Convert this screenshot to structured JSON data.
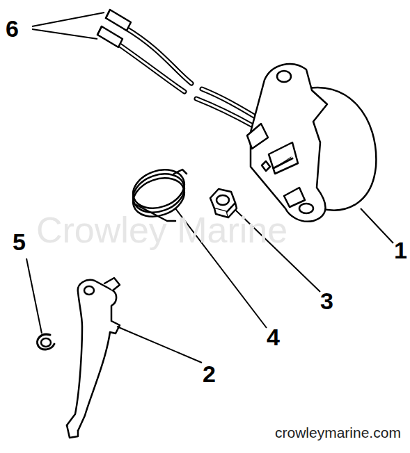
{
  "diagram": {
    "labels": [
      "6",
      "1",
      "3",
      "4",
      "5",
      "2",
      "Crowley Marine",
      "crowleymarine.com"
    ]
  }
}
